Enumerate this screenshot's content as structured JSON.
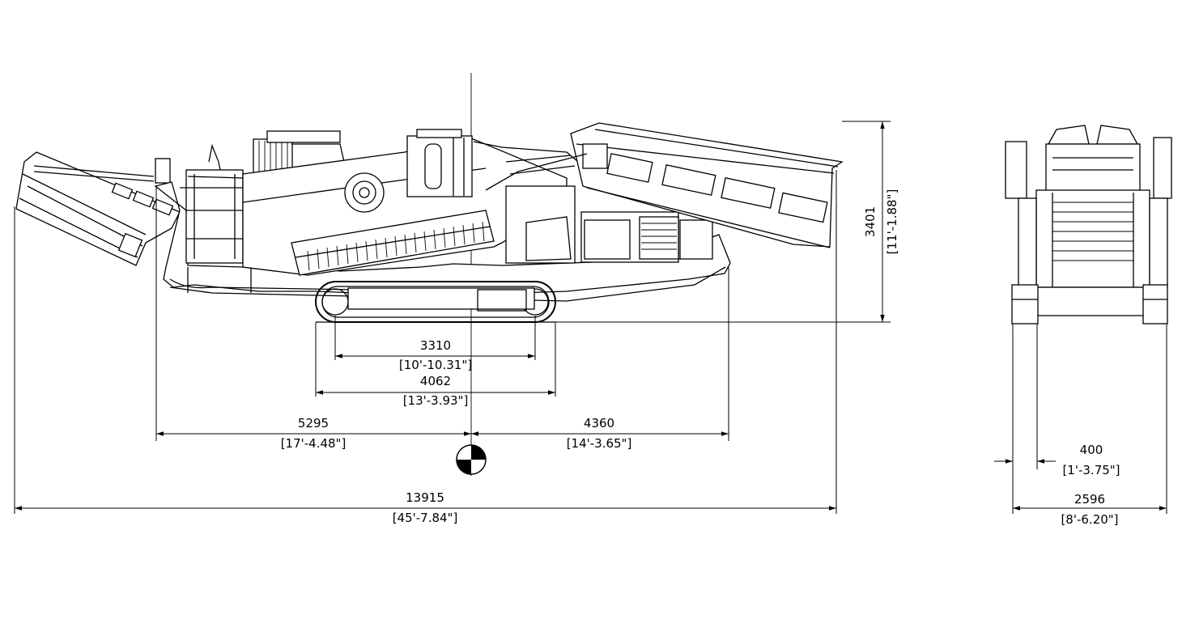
{
  "dimensions": {
    "track_center": {
      "value": "3310",
      "imperial": "[10'-10.31\"]"
    },
    "track_length": {
      "value": "4062",
      "imperial": "[13'-3.93\"]"
    },
    "rear_to_cog": {
      "value": "5295",
      "imperial": "[17'-4.48\"]"
    },
    "front_to_cog": {
      "value": "4360",
      "imperial": "[14'-3.65\"]"
    },
    "overall_length": {
      "value": "13915",
      "imperial": "[45'-7.84\"]"
    },
    "overall_height": {
      "value": "3401",
      "imperial": "[11'-1.88\"]"
    },
    "track_width": {
      "value": "400",
      "imperial": "[1'-3.75\"]"
    },
    "overall_width": {
      "value": "2596",
      "imperial": "[8'-6.20\"]"
    }
  },
  "icons": {
    "center_of_gravity": "center-of-gravity-symbol"
  }
}
